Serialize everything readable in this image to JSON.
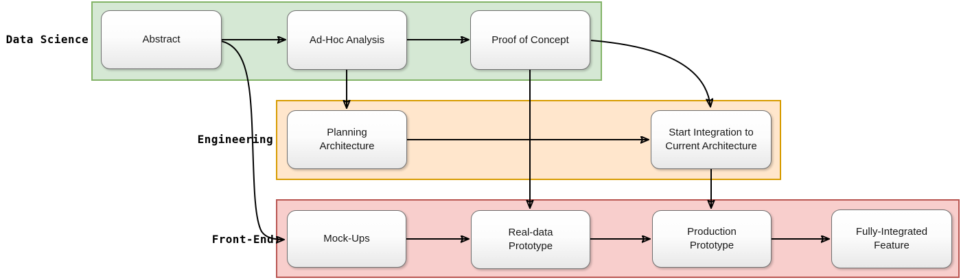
{
  "diagram": {
    "type": "swimlane-flowchart",
    "lanes": [
      {
        "name": "Data Science",
        "fill": "#d5e8d4",
        "stroke": "#82b366"
      },
      {
        "name": "Engineering",
        "fill": "#ffe6cc",
        "stroke": "#d79b00"
      },
      {
        "name": "Front-End",
        "fill": "#f8cecc",
        "stroke": "#b85450"
      }
    ],
    "nodes": [
      {
        "label": "Abstract",
        "lane": "Data Science"
      },
      {
        "label": "Ad-Hoc Analysis",
        "lane": "Data Science"
      },
      {
        "label": "Proof of Concept",
        "lane": "Data Science"
      },
      {
        "label": "Planning Architecture",
        "lane": "Engineering"
      },
      {
        "label": "Start Integration to Current Architecture",
        "lane": "Engineering"
      },
      {
        "label": "Mock-Ups",
        "lane": "Front-End"
      },
      {
        "label": "Real-data Prototype",
        "lane": "Front-End"
      },
      {
        "label": "Production Prototype",
        "lane": "Front-End"
      },
      {
        "label": "Fully-Integrated Feature",
        "lane": "Front-End"
      }
    ],
    "edges": [
      {
        "from": "Abstract",
        "to": "Ad-Hoc Analysis",
        "style": "straight"
      },
      {
        "from": "Ad-Hoc Analysis",
        "to": "Proof of Concept",
        "style": "straight"
      },
      {
        "from": "Ad-Hoc Analysis",
        "to": "Planning Architecture",
        "style": "straight"
      },
      {
        "from": "Proof of Concept",
        "to": "Real-data Prototype",
        "style": "straight"
      },
      {
        "from": "Proof of Concept",
        "to": "Start Integration to Current Architecture",
        "style": "curved"
      },
      {
        "from": "Abstract",
        "to": "Mock-Ups",
        "style": "curved"
      },
      {
        "from": "Planning Architecture",
        "to": "Start Integration to Current Architecture",
        "style": "straight"
      },
      {
        "from": "Start Integration to Current Architecture",
        "to": "Production Prototype",
        "style": "straight"
      },
      {
        "from": "Mock-Ups",
        "to": "Real-data Prototype",
        "style": "straight"
      },
      {
        "from": "Real-data Prototype",
        "to": "Production Prototype",
        "style": "straight"
      },
      {
        "from": "Production Prototype",
        "to": "Fully-Integrated Feature",
        "style": "straight"
      }
    ],
    "edge_color": "#000000",
    "node_border_color": "#6e6e6e",
    "background_color": "#ffffff"
  }
}
